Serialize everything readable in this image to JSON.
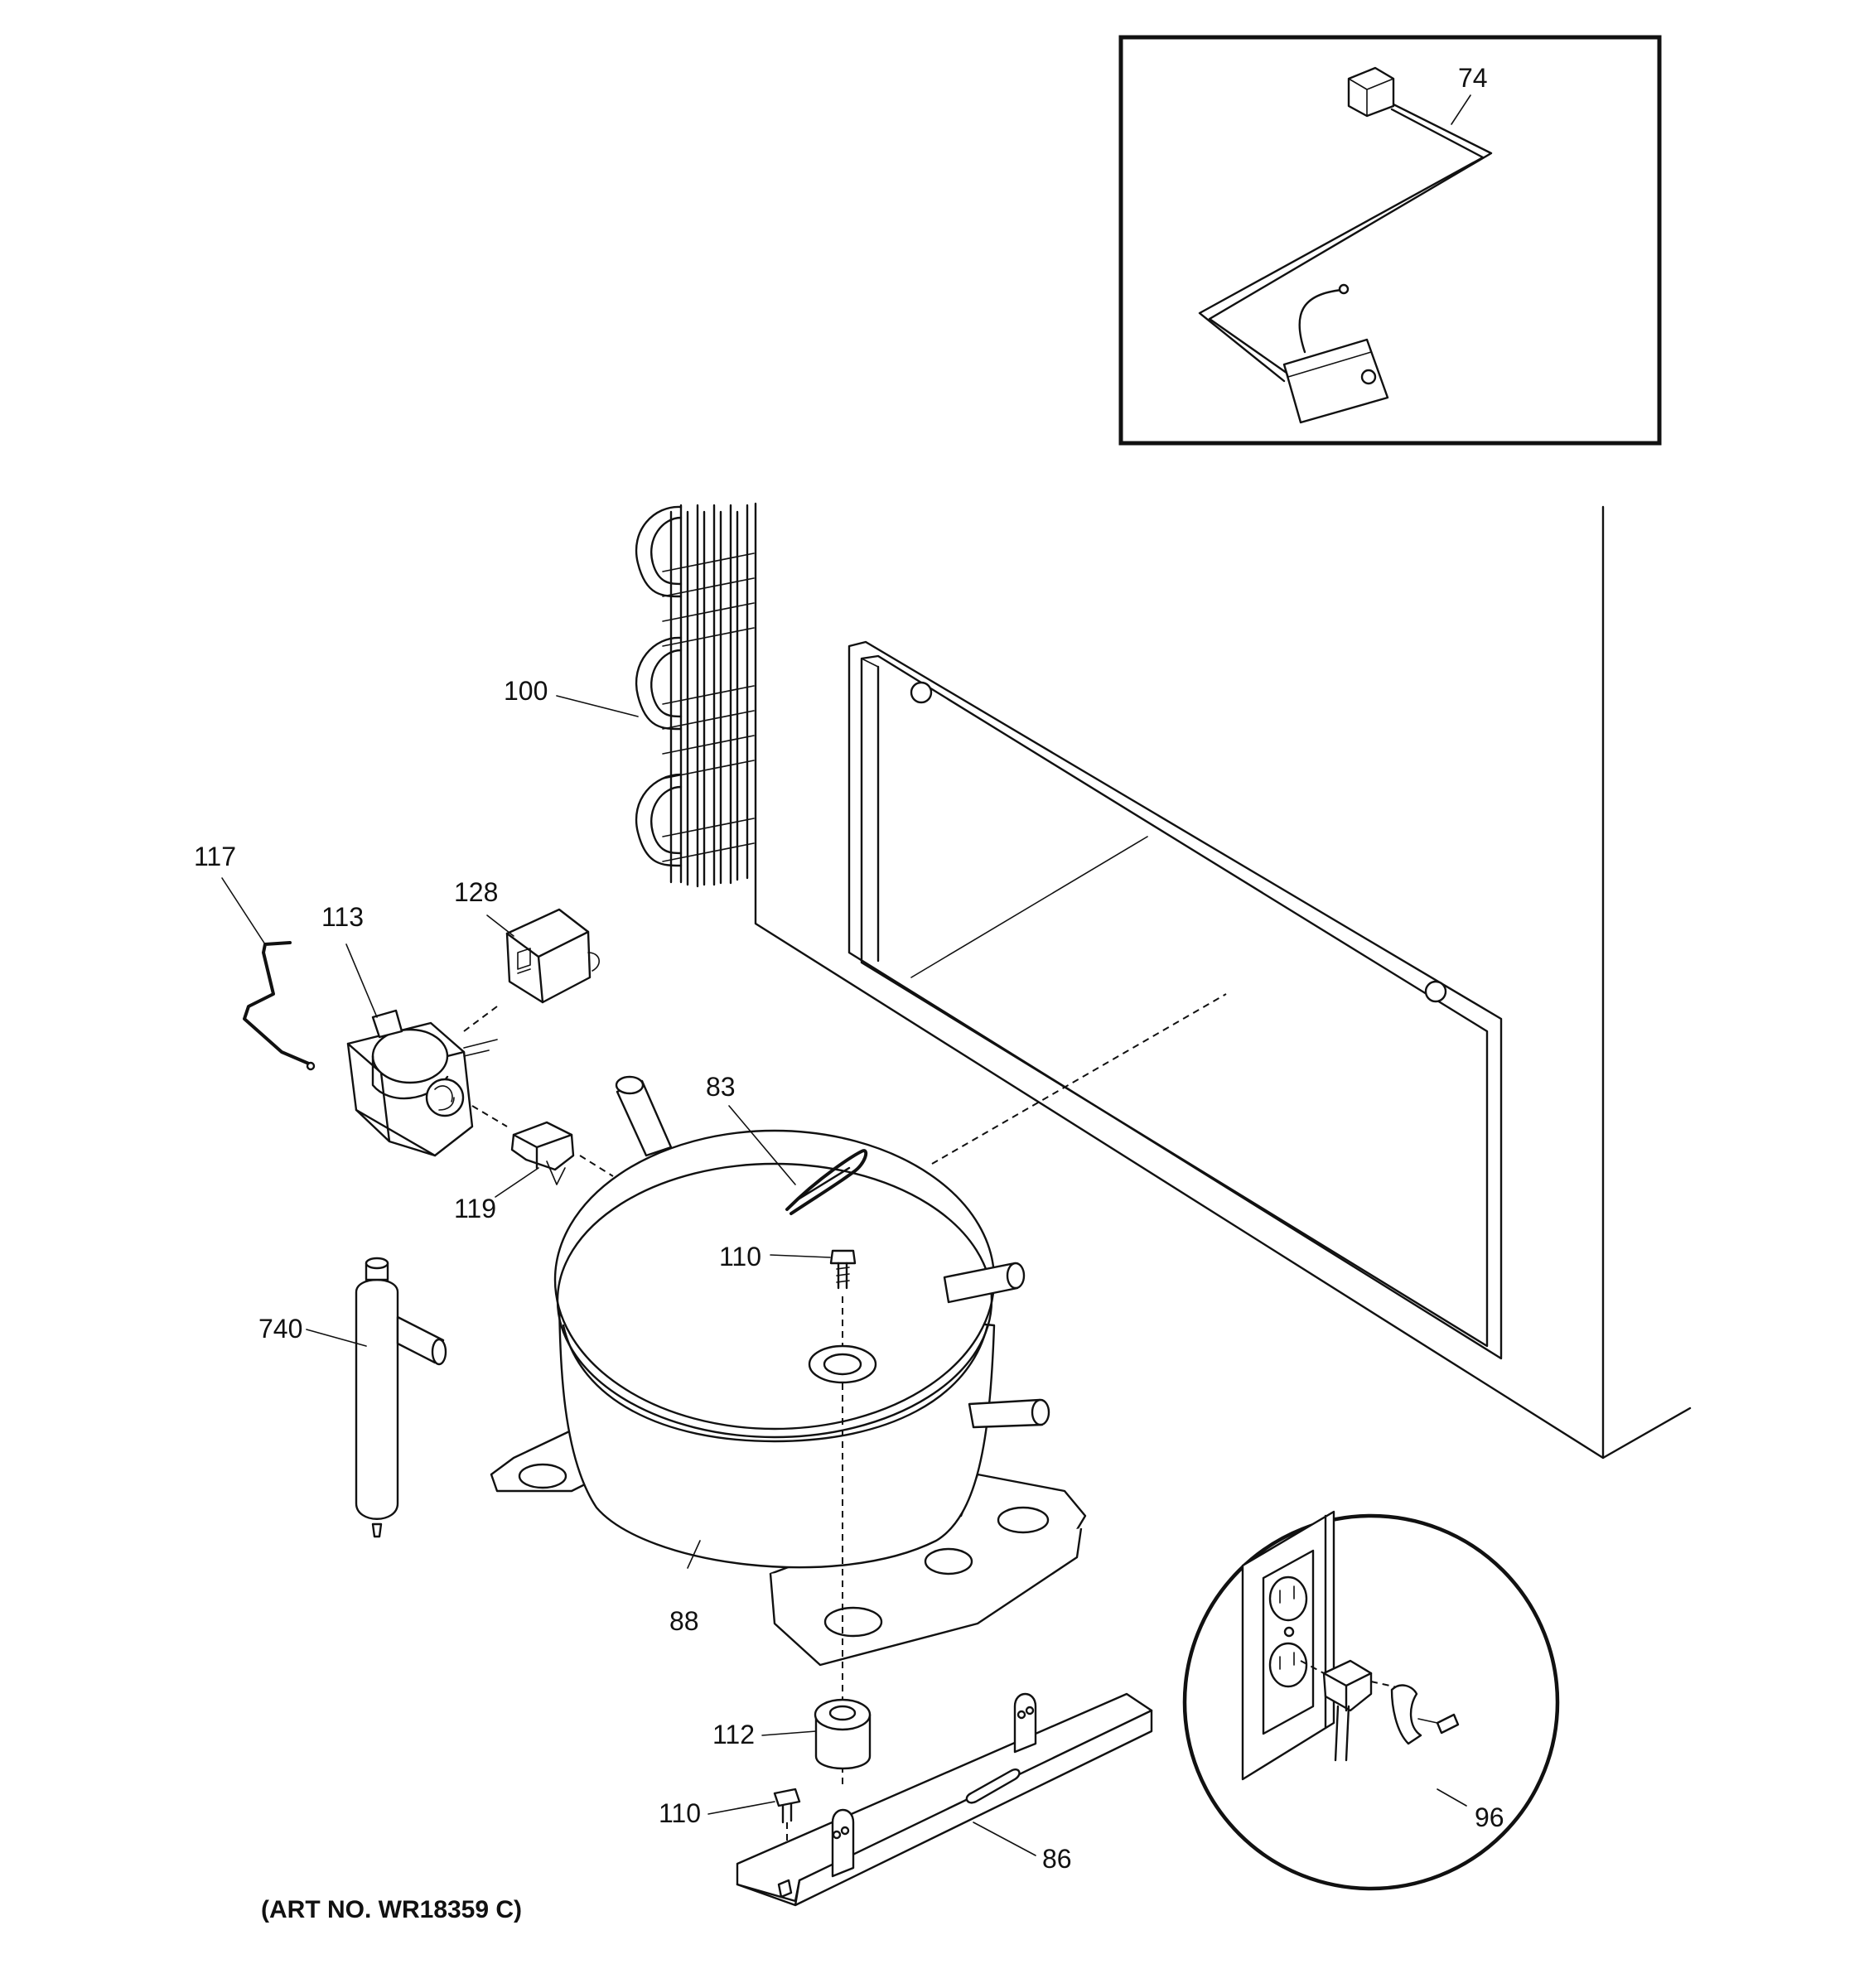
{
  "diagram": {
    "art_number": "(ART NO. WR18359 C)",
    "callouts": {
      "p74": "74",
      "p100": "100",
      "p117": "117",
      "p113": "113",
      "p128": "128",
      "p83": "83",
      "p119": "119",
      "p110_top": "110",
      "p740": "740",
      "p88": "88",
      "p112": "112",
      "p110_bottom": "110",
      "p86": "86",
      "p96": "96"
    }
  }
}
